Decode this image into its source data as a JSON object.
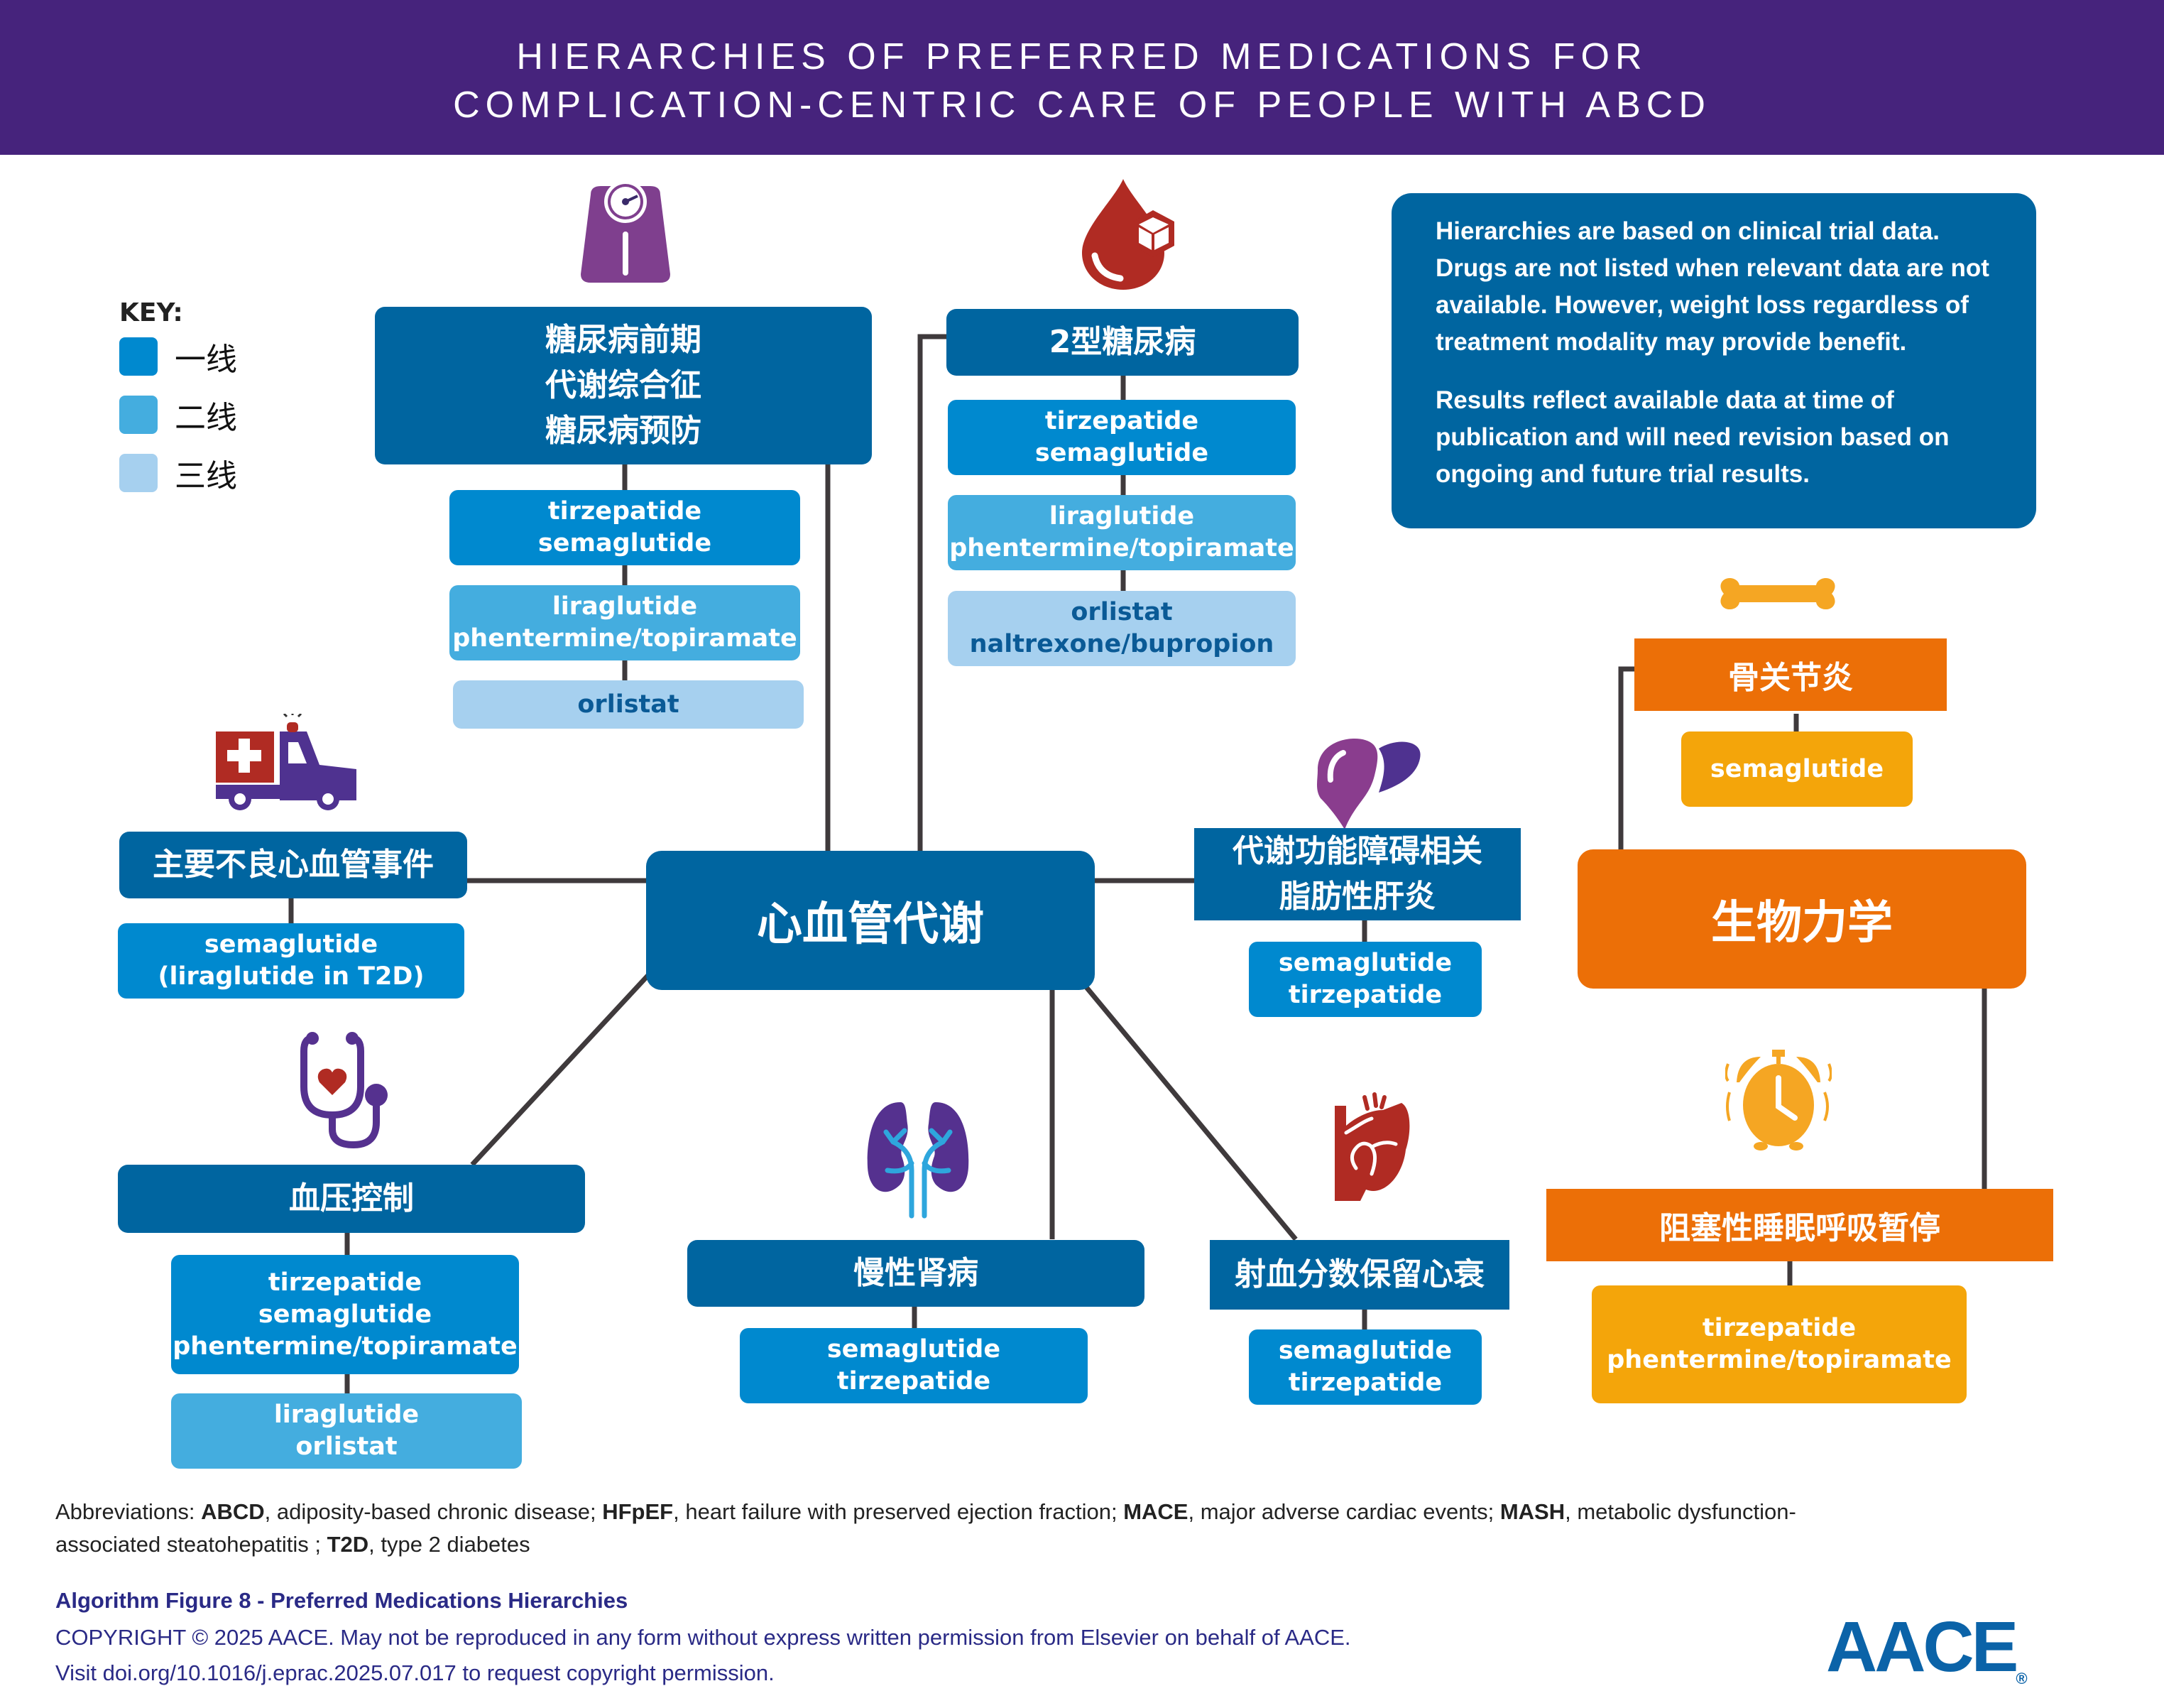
{
  "header": {
    "title_line1": "HIERARCHIES OF PREFERRED MEDICATIONS FOR",
    "title_line2": "COMPLICATION-CENTRIC CARE OF PEOPLE WITH ABCD"
  },
  "colors": {
    "header_bg": "#46237c",
    "category_blue": "#0065a0",
    "first_line": "#0089cf",
    "second_line": "#44addf",
    "third_line": "#a6d0ef",
    "biomech_orange": "#ec6f07",
    "biomech_drug": "#f4a50a",
    "connector": "#3f3a3c"
  },
  "key": {
    "title": "KEY:",
    "items": [
      {
        "label": "一线",
        "color": "#0089cf"
      },
      {
        "label": "二线",
        "color": "#44addf"
      },
      {
        "label": "三线",
        "color": "#a6d0ef"
      }
    ]
  },
  "note": {
    "para1": "Hierarchies are based on clinical trial data. Drugs are not listed when relevant data are not available. However, weight loss regardless of treatment modality may provide benefit.",
    "para2": "Results reflect available data at time of publication and will need revision based on ongoing and future trial results."
  },
  "hubs": {
    "cardiometabolic": "心血管代谢",
    "biomechanical": "生物力学"
  },
  "nodes": {
    "prediabetes": {
      "icon": "weight-scale-icon",
      "title_lines": [
        "糖尿病前期",
        "代谢综合征",
        "糖尿病预防"
      ],
      "first": [
        "tirzepatide",
        "semaglutide"
      ],
      "second": [
        "liraglutide",
        "phentermine/topiramate"
      ],
      "third": [
        "orlistat"
      ]
    },
    "t2d": {
      "icon": "blood-drop-sugar-icon",
      "title": "2型糖尿病",
      "first": [
        "tirzepatide",
        "semaglutide"
      ],
      "second": [
        "liraglutide",
        "phentermine/topiramate"
      ],
      "third": [
        "orlistat",
        "naltrexone/bupropion"
      ]
    },
    "mace": {
      "icon": "ambulance-icon",
      "title": "主要不良心血管事件",
      "first": [
        "semaglutide",
        "(liraglutide in T2D)"
      ]
    },
    "mash": {
      "icon": "liver-icon",
      "title_lines": [
        "代谢功能障碍相关",
        "脂肪性肝炎"
      ],
      "first": [
        "semaglutide",
        "tirzepatide"
      ]
    },
    "bp": {
      "icon": "stethoscope-heart-icon",
      "title": "血压控制",
      "first": [
        "tirzepatide",
        "semaglutide",
        "phentermine/topiramate"
      ],
      "second": [
        "liraglutide",
        "orlistat"
      ]
    },
    "ckd": {
      "icon": "kidney-icon",
      "title": "慢性肾病",
      "first": [
        "semaglutide",
        "tirzepatide"
      ]
    },
    "hfpef": {
      "icon": "heart-organ-icon",
      "title": "射血分数保留心衰",
      "first": [
        "semaglutide",
        "tirzepatide"
      ]
    },
    "oa": {
      "icon": "bone-icon",
      "title": "骨关节炎",
      "drugs": [
        "semaglutide"
      ]
    },
    "osa": {
      "icon": "alarm-clock-icon",
      "title": "阻塞性睡眠呼吸暂停",
      "drugs": [
        "tirzepatide",
        "phentermine/topiramate"
      ]
    }
  },
  "footer": {
    "abbrev_prefix": "Abbreviations: ",
    "abbrevs": [
      {
        "term": "ABCD",
        "def": ", adiposity-based chronic disease; "
      },
      {
        "term": "HFpEF",
        "def": ", heart failure with preserved ejection fraction; "
      },
      {
        "term": "MACE",
        "def": ", major adverse cardiac events; "
      },
      {
        "term": "MASH",
        "def": ", metabolic dysfunction-associated steatohepatitis ; "
      },
      {
        "term": "T2D",
        "def": ", type 2 diabetes"
      }
    ],
    "figure_title": "Algorithm Figure 8 - Preferred Medications Hierarchies",
    "copyright": "COPYRIGHT © 2025 AACE. May not be reproduced in any form without express written permission from Elsevier on behalf of AACE.",
    "visit": "Visit doi.org/10.1016/j.eprac.2025.07.017 to request copyright permission.",
    "logo": "AACE",
    "logo_mark": "®"
  }
}
